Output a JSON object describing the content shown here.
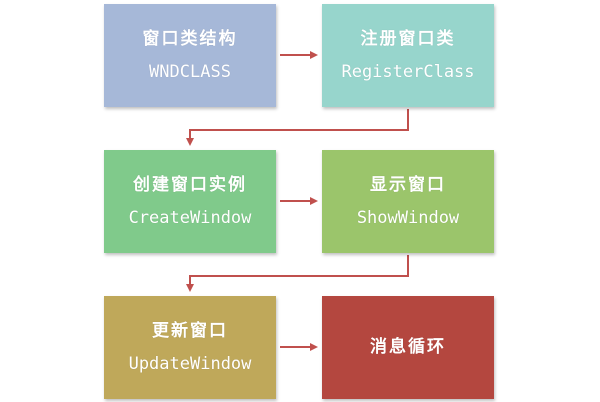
{
  "steps": [
    {
      "cn": "窗口类结构",
      "en": "WNDCLASS"
    },
    {
      "cn": "注册窗口类",
      "en": "RegisterClass"
    },
    {
      "cn": "创建窗口实例",
      "en": "CreateWindow"
    },
    {
      "cn": "显示窗口",
      "en": "ShowWindow"
    },
    {
      "cn": "更新窗口",
      "en": "UpdateWindow"
    },
    {
      "cn": "消息循环"
    }
  ],
  "colors": {
    "step1": "#a6b8d8",
    "step2": "#97d5cc",
    "step3": "#80ca8b",
    "step4": "#9bc56b",
    "step5": "#bfa85a",
    "step6": "#b4473f",
    "arrow": "#c0504d"
  }
}
